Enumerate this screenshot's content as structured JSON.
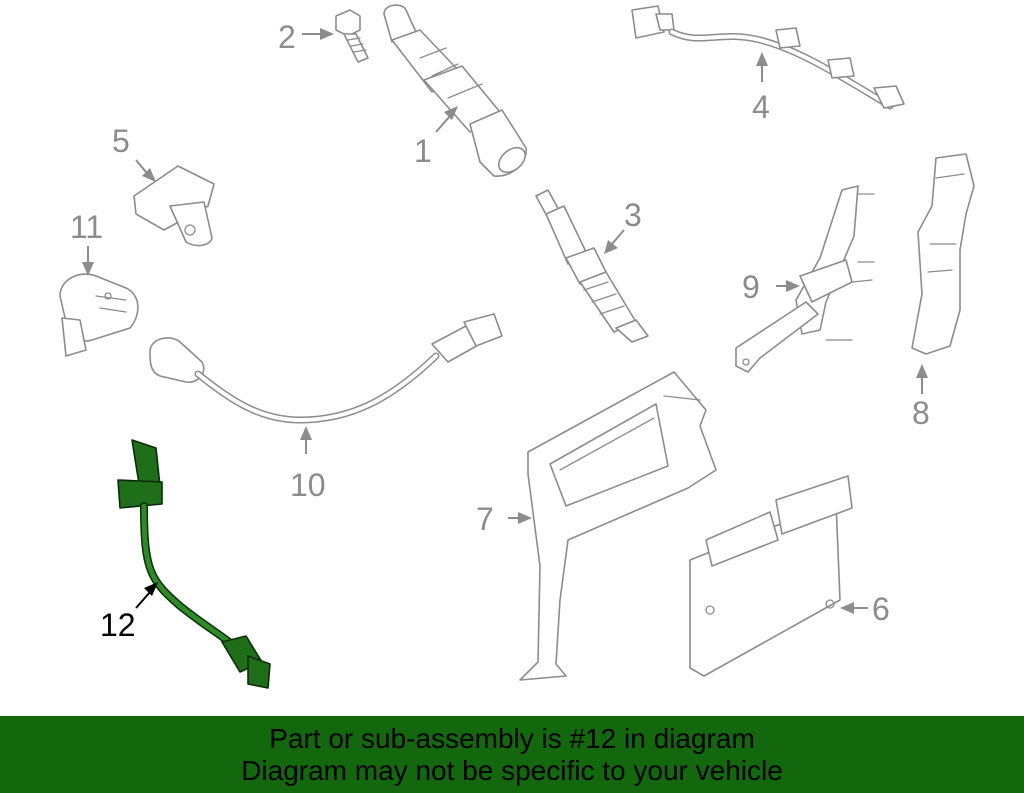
{
  "diagram": {
    "callouts": [
      "1",
      "2",
      "3",
      "4",
      "5",
      "6",
      "7",
      "8",
      "9",
      "10",
      "11",
      "12"
    ],
    "highlighted_callout": "12",
    "highlight_color": "#1f6e1a",
    "line_color": "#8c8c8c"
  },
  "banner": {
    "line1": "Part or sub-assembly is #12 in diagram",
    "line2": "Diagram may not be specific to your vehicle",
    "background": "#13680d"
  }
}
